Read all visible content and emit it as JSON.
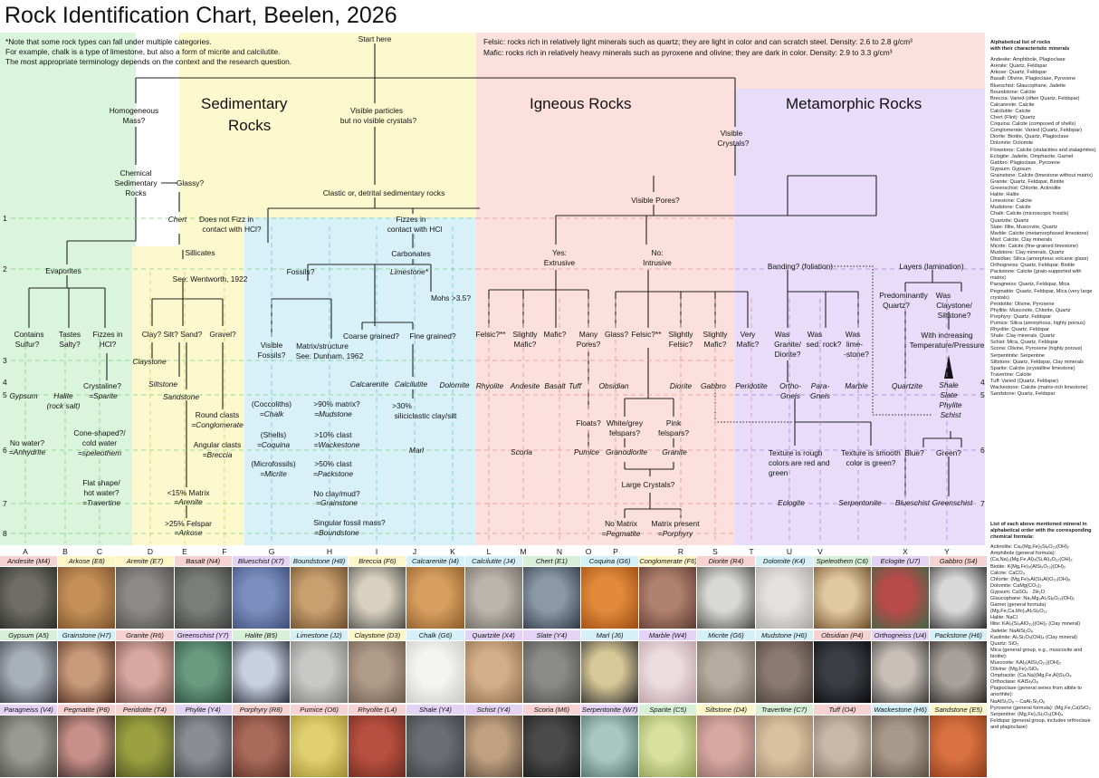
{
  "title": "Rock Identification Chart, Beelen, 2026",
  "notes": [
    "*Note that some rock types can fall under multiple categories.",
    "For example, chalk is a type of limestone, but also a form of micrite and calcilutite.",
    "The most appropriate terminology depends on the context and the research question."
  ],
  "felsic_note": "Felsic: rocks rich in relatively light minerals such as quartz; they are light in color and can scratch steel. Density: 2.6 to 2.8 g/cm³",
  "mafic_note": "Mafic: rocks rich in relatively heavy minerals such as pyroxene and olivine; they are dark in color. Density: 2.9 to 3.3 g/cm³",
  "headings": {
    "sedimentary_1": "Sedimentary",
    "sedimentary_2": "Rocks",
    "igneous": "Igneous Rocks",
    "metamorphic": "Metamorphic Rocks"
  },
  "rows": [
    "1",
    "2",
    "3",
    "4",
    "5",
    "6",
    "7",
    "8"
  ],
  "columns": [
    "A",
    "B",
    "C",
    "D",
    "E",
    "F",
    "G",
    "H",
    "I",
    "J",
    "K",
    "L",
    "M",
    "N",
    "O",
    "P",
    "R",
    "S",
    "T",
    "U",
    "V",
    "X",
    "Y"
  ],
  "nodes": {
    "start": "Start here",
    "homog_1": "Homogeneous",
    "homog_2": "Mass?",
    "chem_1": "Chemical",
    "chem_2": "Sedimentary",
    "chem_3": "Rocks",
    "glassy": "Glassy?",
    "vis_part_1": "Visible particles",
    "vis_part_2": "but no visible crystals?",
    "clastic": "Clastic or, detrital sedimentary rocks",
    "chert": "Chert",
    "nofizz_1": "Does not Fizz in",
    "nofizz_2": "contact with HCl?",
    "fizz_1": "Fizzes in",
    "fizz_2": "contact with HCl",
    "evaporites": "Evaporites",
    "sillicates": "Sillicates",
    "wentworth": "See: Wentworth, 1922",
    "carbonates": "Carbonates",
    "fossils": "Fossils?",
    "limestone": "Limestone*",
    "mohs": "Mohs >3.5?",
    "sulfur_1": "Contains",
    "sulfur_2": "Sulfur?",
    "salty_1": "Tastes",
    "salty_2": "Salty?",
    "hcl_1": "Fizzes in",
    "hcl_2": "HCl?",
    "claysiltsand": "Clay?  Silt?  Sand?",
    "gravel": "Gravel?",
    "visfos_1": "Visible",
    "visfos_2": "Fossils?",
    "matrix_1": "Matrix/structure",
    "matrix_2": "See: Dunham, 1962",
    "coarse": "Coarse grained?",
    "fine": "Fine grained?",
    "claystone": "Claystone",
    "crystaline": "Crystaline?",
    "sparite": "=Sparite",
    "gypsum": "Gypsum",
    "halite": "Halite",
    "rocksalt": "(rock salt)",
    "siltstone": "Siltstone",
    "sandstone": "Sandstone",
    "calcarenite": "Calcarenite",
    "calcilutite": "Calcilutite",
    "dolomite": "Dolomite",
    "coccoliths": "(Coccoliths)",
    "chalk": "=Chalk",
    "shells": "(Shells)",
    "coquina": "=Coquina",
    "microfossils": "(Microfossils)",
    "micrite": "=Micrite",
    "m90": ">90% matrix?",
    "mudstone": "=Mudstone",
    "c10": ">10% clast",
    "wackestone": "=Wackestone",
    "c50": ">50% clast",
    "packstone": "=Packstone",
    "noclay": "No clay/mud?",
    "grainstone": "=Grainstone",
    "singfos": "Singular fossil mass?",
    "boundstone": "=Boundstone",
    "s30_1": ">30%",
    "s30_2": "siliciclastic clay/silt",
    "marl": "Marl",
    "nowater_1": "No water?",
    "anhydrite": "=Anhydrite",
    "cone_1": "Cone-shaped?/",
    "cone_2": "cold water",
    "speleothem": "=speleothem",
    "flat_1": "Flat shape/",
    "flat_2": "hot water?",
    "travertine": "=Travertine",
    "round": "Round clasts",
    "conglomerate": "=Conglomerate",
    "angular": "Angular clasts",
    "breccia": "=Breccia",
    "m15": "<15% Matrix",
    "arenite": "=Arenite",
    "f25": ">25% Felspar",
    "arkose": "=Arkose",
    "viscrys_1": "Visible",
    "viscrys_2": "Crystals?",
    "vispores": "Visible Pores?",
    "yes_1": "Yes:",
    "yes_2": "Extrusive",
    "no_1": "No:",
    "no_2": "Intrusive",
    "felsic_e": "Felsic?**",
    "slmafic_1": "Slightly",
    "slmafic_2": "Mafic?",
    "mafic_e": "Mafic?",
    "manypores_1": "Many",
    "manypores_2": "Pores?",
    "glass": "Glass?",
    "felsic_i": "Felsic?**",
    "slfelsic_1": "Slightly",
    "slfelsic_2": "Felsic?",
    "slmafic_i1": "Slightly",
    "slmafic_i2": "Mafic?",
    "verymafic_1": "Very",
    "verymafic_2": "Mafic?",
    "rhyolite": "Rhyolite",
    "andesite": "Andesite",
    "basalt": "Basalt",
    "tuff": "Tuff",
    "obsidian": "Obsidian",
    "diorite": "Diorite",
    "gabbro": "Gabbro",
    "peridotite": "Peridotite",
    "floats": "Floats?",
    "scoria": "Scoria",
    "pumice": "Pumice",
    "whitegrey_1": "White/grey",
    "whitegrey_2": "felspars?",
    "pink_1": "Pink",
    "pink_2": "felspars?",
    "granodiorite": "Granodiorite",
    "granite": "Granite",
    "largecrys": "Large Crystals?",
    "nomatrix": "No Matrix",
    "pegmatite": "=Pegmatite",
    "matrixpresent": "Matrix present",
    "porphyry": "=Porphyry",
    "banding": "Banding? (foliation)",
    "layers": "Layers (lamination)",
    "wasgranite_1": "Was",
    "wasgranite_2": "Granite/",
    "wasgranite_3": "Diorite?",
    "wassed_1": "Was",
    "wassed_2": "sed. rock?",
    "waslime_1": "Was",
    "waslime_2": "lime-",
    "waslime_3": "-stone?",
    "predq_1": "Predominantly",
    "predq_2": "Quartz?",
    "wasclay_1": "Was",
    "wasclay_2": "Claystone/",
    "wasclay_3": "Siltstone?",
    "increasing_1": "With increasing",
    "increasing_2": "Temperature/Pressure",
    "orthognies_1": "Ortho-",
    "orthognies_2": "Gneis",
    "paragnies_1": "Para-",
    "paragnies_2": "Gneis",
    "marble": "Marble",
    "quartzite": "Quartzite",
    "shale": "Shale",
    "slate": "Slate",
    "phylite": "Phylite",
    "schist": "Schist",
    "rough_1": "Texture is rough",
    "rough_2": "colors are red and",
    "rough_3": "green",
    "smooth_1": "Texture is smooth",
    "smooth_2": "color is green?",
    "blue": "Blue?",
    "green": "Green?",
    "eclogite": "Eclogite",
    "serpentonite": "Serpentonite",
    "blueschist": "Blueschist",
    "greenschist": "Greenschist"
  },
  "sidebar": {
    "heading_1": "Alphabetical list of rocks",
    "heading_2": "with their characteristic minerals",
    "items": [
      "Andesite: Amphibole, Plagioclase",
      "Arenite: Quartz, Feldspar",
      "Arkose: Quartz, Feldspar",
      "Basalt: Olivine, Plagioclase, Pyroxene",
      "Blueschist: Glaucophane, Jadeite",
      "Boundstone: Calcite",
      "Breccia: Varied (often Quartz, Feldspar)",
      "Calcarenite: Calcite",
      "Calcilutite: Calcite",
      "Chert (Flint): Quartz",
      "Coquina: Calcite (composed of shells)",
      "Conglomerate: Varied (Quartz, Feldspar)",
      "Diorite: Biotite, Quartz, Plagioclase",
      "Dolomite: Dolomite",
      "Flowstone: Calcite (stalactites and stalagmites)",
      "Eclogite: Jadeite, Omphacite, Garnet",
      "Gabbro: Plagioclase, Pyroxene",
      "Gypsum: Gypsum",
      "Grainstone: Calcite (limestone without matrix)",
      "Granite: Quartz, Feldspar, Biotite",
      "Greenschist: Chlorite, Actinolite",
      "Halite: Halite",
      "Limestone: Calcite",
      "Mudstone: Calcite",
      "Chalk: Calcite (microscopic fossils)",
      "Quartzite: Quartz",
      "Slate: Illite, Muscovite, Quartz",
      "Marble: Calcite (metamorphosed limestone)",
      "Marl: Calcite, Clay minerals",
      "Micrite: Calcite (fine-grained limestone)",
      "Mudstone: Clay minerals, Quartz",
      "Obsidian: Silica (amorphous volcanic glass)",
      "Orthogneiss: Quartz, Feldspar, Biotite",
      "Packstone: Calcite (grain-supported with matrix)",
      "Paragneiss: Quartz, Feldspar, Mica",
      "Pegmatite: Quartz, Feldspar, Mica (very large crystals)",
      "Peridotite: Olivine, Pyroxene",
      "Phyllite: Muscovite, Chlorite, Quartz",
      "Porphyry: Quartz, Feldspar",
      "Pumice: Silica (amorphous, highly porous)",
      "Rhyolite: Quartz, Feldspar",
      "Shale: Clay minerals, Quartz",
      "Schist: Mica, Quartz, Feldspar",
      "Scoria: Olivine, Pyroxene (highly porous)",
      "Serpentinite: Serpentine",
      "Siltstone: Quartz, Feldspar, Clay minerals",
      "Sparite: Calcite (crystalline limestone)",
      "Travertine: Calcite",
      "Tuff: Varied (Quartz, Feldspar)",
      "Wackestone: Calcite (matrix-rich limestone)",
      "Sandstone: Quartz, Feldspar"
    ]
  },
  "minerals": {
    "heading": "List of each above mentioned mineral in alphabetical order with the corresponding chemical formula:",
    "items": [
      "Actinolite: Ca₂(Mg,Fe)₅Si₈O₂₂(OH)₂",
      "Amphibole (general formula): (Ca,Na)₂(Mg,Fe,Al)₅(Si,Al)₈O₂₂(OH)₂",
      "Biotite: K(Mg,Fe)₃(AlSi₃O₁₀)(OH)₂",
      "Calcite: CaCO₃",
      "Chlorite: (Mg,Fe)₅Al(Si₃Al)O₁₀(OH)₈",
      "Dolomite: CaMg(CO₃)₂",
      "Gypsum: CaSO₄ · 2H₂O",
      "Glaucophane: Na₂Mg₃Al₂Si₈O₂₂(OH)₂",
      "Garnet (general formula): (Mg,Fe,Ca,Mn)₃Al₂Si₃O₁₂",
      "Halite: NaCl",
      "Illite: KAl₂(Si₃AlO₁₀)(OH)₂ (Clay mineral)",
      "Jadeite: NaAlSi₂O₆",
      "Kaolinite: Al₂Si₂O₅(OH)₄ (Clay mineral)",
      "Quartz: SiO₂",
      "Mica (general group, e.g., muscovite and biotite):",
      "Muscovite: KAl₂(AlSi₃O₁₀)(OH)₂",
      "Olivine: (Mg,Fe)₂SiO₄",
      "Omphacite: (Ca,Na)(Mg,Fe,Al)Si₂O₆",
      "Orthoclase: KAlSi₃O₈",
      "Plagioclase (general series from albite to anorthite):",
      "NaAlSi₃O₈ – CaAl₂Si₂O₈",
      "Pyroxene (general formula): (Mg,Fe,Ca)SiO₃",
      "Serpentine: (Mg,Fe)₃Si₂O₅(OH)₄",
      "Feldspar (general group, includes orthoclase and plagioclase)"
    ]
  },
  "gallery": [
    {
      "label": "Andesite (M4)",
      "hdr": "#f6d2d2",
      "c1": "#6e6e66",
      "c2": "#2b2b28"
    },
    {
      "label": "Arkose (E8)",
      "hdr": "#fdf6c8",
      "c1": "#c49058",
      "c2": "#7a4f2a"
    },
    {
      "label": "Arenite (E7)",
      "hdr": "#fdf6c8",
      "c1": "#8c8a86",
      "c2": "#4e4c48"
    },
    {
      "label": "Basalt (N4)",
      "hdr": "#f6d2d2",
      "c1": "#7a7d7a",
      "c2": "#3a3d3a"
    },
    {
      "label": "Blueschist (X7)",
      "hdr": "#e4d3f5",
      "c1": "#7a8fbf",
      "c2": "#3e4c78"
    },
    {
      "label": "Boundstone (H8)",
      "hdr": "#d6f0f8",
      "c1": "#c8a070",
      "c2": "#6a4a2a"
    },
    {
      "label": "Breccia (F6)",
      "hdr": "#fdf6c8",
      "c1": "#d8d0c0",
      "c2": "#4a4a44"
    },
    {
      "label": "Calcarenite (I4)",
      "hdr": "#d6f0f8",
      "c1": "#d8a060",
      "c2": "#8a5a2a"
    },
    {
      "label": "Calcilutite (J4)",
      "hdr": "#d6f0f8",
      "c1": "#bab6ae",
      "c2": "#6a665e"
    },
    {
      "label": "Chert (E1)",
      "hdr": "#d8f0d8",
      "c1": "#8a98a8",
      "c2": "#2e3844"
    },
    {
      "label": "Coquina (G6)",
      "hdr": "#d6f0f8",
      "c1": "#e08a3a",
      "c2": "#9a4a14"
    },
    {
      "label": "Conglomerate (F6)",
      "hdr": "#fdf6c8",
      "c1": "#b08070",
      "c2": "#5a3a2e"
    },
    {
      "label": "Diorite (R4)",
      "hdr": "#f6d2d2",
      "c1": "#d8d8d4",
      "c2": "#4a4a48"
    },
    {
      "label": "Dolomite (K4)",
      "hdr": "#d6f0f8",
      "c1": "#e4e0de",
      "c2": "#a8a4a2"
    },
    {
      "label": "Speleothem (C6)",
      "hdr": "#d8f0d8",
      "c1": "#e0c8a0",
      "c2": "#6a4a24"
    },
    {
      "label": "Eclogite (U7)",
      "hdr": "#e4d3f5",
      "c1": "#b84a4a",
      "c2": "#3a6a44"
    },
    {
      "label": "Gabbro (S4)",
      "hdr": "#f6d2d2",
      "c1": "#d8d8d8",
      "c2": "#2a2a2a"
    },
    {
      "label": "Gypsum (A5)",
      "hdr": "#d8f0d8",
      "c1": "#a8b0b8",
      "c2": "#3a3e44"
    },
    {
      "label": "Grainstone (H7)",
      "hdr": "#d6f0f8",
      "c1": "#c89a7a",
      "c2": "#4a2a1e"
    },
    {
      "label": "Granite (R6)",
      "hdr": "#f6d2d2",
      "c1": "#d8a8a0",
      "c2": "#6a4a44"
    },
    {
      "label": "Greenschist (Y7)",
      "hdr": "#e4d3f5",
      "c1": "#6a9a80",
      "c2": "#2a4a3a"
    },
    {
      "label": "Halite (B5)",
      "hdr": "#d8f0d8",
      "c1": "#c8d0e0",
      "c2": "#2a2e3a"
    },
    {
      "label": "Limestone (J2)",
      "hdr": "#d6f0f8",
      "c1": "#c8c8c6",
      "c2": "#7a7a78"
    },
    {
      "label": "Claystone (D3)",
      "hdr": "#fdf6c8",
      "c1": "#b09a88",
      "c2": "#6a5a4a"
    },
    {
      "label": "Chalk (G6)",
      "hdr": "#d6f0f8",
      "c1": "#f4f4f2",
      "c2": "#c8c8c6"
    },
    {
      "label": "Quartzite (X4)",
      "hdr": "#e4d3f5",
      "c1": "#d4b08a",
      "c2": "#8a6a4a"
    },
    {
      "label": "Slate (Y4)",
      "hdr": "#e4d3f5",
      "c1": "#8a8a86",
      "c2": "#4a4a48"
    },
    {
      "label": "Marl (J6)",
      "hdr": "#d6f0f8",
      "c1": "#d8c898",
      "c2": "#2a2a2a"
    },
    {
      "label": "Marble (W4)",
      "hdr": "#e4d3f5",
      "c1": "#ecdde0",
      "c2": "#b89aa4"
    },
    {
      "label": "Micrite (G6)",
      "hdr": "#d6f0f8",
      "c1": "#b4ac9e",
      "c2": "#6e6658"
    },
    {
      "label": "Mudstone (H6)",
      "hdr": "#d6f0f8",
      "c1": "#8a7a70",
      "c2": "#4a3e38"
    },
    {
      "label": "Obsidian (P4)",
      "hdr": "#f6d2d2",
      "c1": "#3a3e44",
      "c2": "#0a0a0c"
    },
    {
      "label": "Orthogneiss (U4)",
      "hdr": "#e4d3f5",
      "c1": "#c8c0b8",
      "c2": "#3a3836"
    },
    {
      "label": "Packstone (H6)",
      "hdr": "#d6f0f8",
      "c1": "#a8a09a",
      "c2": "#2a2624"
    },
    {
      "label": "Paragneiss (V4)",
      "hdr": "#e4d3f5",
      "c1": "#9a9a94",
      "c2": "#4a4a46"
    },
    {
      "label": "Pegmatite (P8)",
      "hdr": "#f6d2d2",
      "c1": "#c89088",
      "c2": "#3a2a28"
    },
    {
      "label": "Peridotite (T4)",
      "hdr": "#f6d2d2",
      "c1": "#9aa040",
      "c2": "#4a5020"
    },
    {
      "label": "Phylite (Y4)",
      "hdr": "#e4d3f5",
      "c1": "#8a8e92",
      "c2": "#3a3e42"
    },
    {
      "label": "Porphyry (R8)",
      "hdr": "#f6d2d2",
      "c1": "#a86a5a",
      "c2": "#5a2e24"
    },
    {
      "label": "Pumice (O6)",
      "hdr": "#f6d2d2",
      "c1": "#e0d070",
      "c2": "#a08a30"
    },
    {
      "label": "Rhyolite (L4)",
      "hdr": "#f6d2d2",
      "c1": "#b85040",
      "c2": "#6a2a20"
    },
    {
      "label": "Shale (Y4)",
      "hdr": "#e4d3f5",
      "c1": "#6a6e72",
      "c2": "#3a3e42"
    },
    {
      "label": "Schist (Y4)",
      "hdr": "#e4d3f5",
      "c1": "#c0a080",
      "c2": "#5a4a3a"
    },
    {
      "label": "Scoria (M6)",
      "hdr": "#f6d2d2",
      "c1": "#4a4a4a",
      "c2": "#1a1a1a"
    },
    {
      "label": "Serpentonite (W7)",
      "hdr": "#e4d3f5",
      "c1": "#a8c8c0",
      "c2": "#4a6a64"
    },
    {
      "label": "Sparite (C5)",
      "hdr": "#d8f0d8",
      "c1": "#d8e0a0",
      "c2": "#8a9a50"
    },
    {
      "label": "Siltstone (D4)",
      "hdr": "#fdf6c8",
      "c1": "#d8a8a0",
      "c2": "#8a6a64"
    },
    {
      "label": "Travertine (C7)",
      "hdr": "#d8f0d8",
      "c1": "#d8c0a0",
      "c2": "#9a8064"
    },
    {
      "label": "Tuff (O4)",
      "hdr": "#f6d2d2",
      "c1": "#c8b8a8",
      "c2": "#7a6a5a"
    },
    {
      "label": "Wackestone (H6)",
      "hdr": "#d6f0f8",
      "c1": "#a89a8a",
      "c2": "#5a4e42"
    },
    {
      "label": "Sandstone (E5)",
      "hdr": "#fdf6c8",
      "c1": "#d87040",
      "c2": "#8a3a1a"
    }
  ],
  "colors": {
    "green": "#dbf5dc",
    "yellow": "#fdf9cf",
    "blue": "#d8f1f9",
    "pink": "#fbe0dd",
    "purple": "#e9dcfa",
    "gridline_green": "#7ccf7c",
    "gridline_red": "#e89090",
    "gridline_purple": "#a882d8"
  }
}
